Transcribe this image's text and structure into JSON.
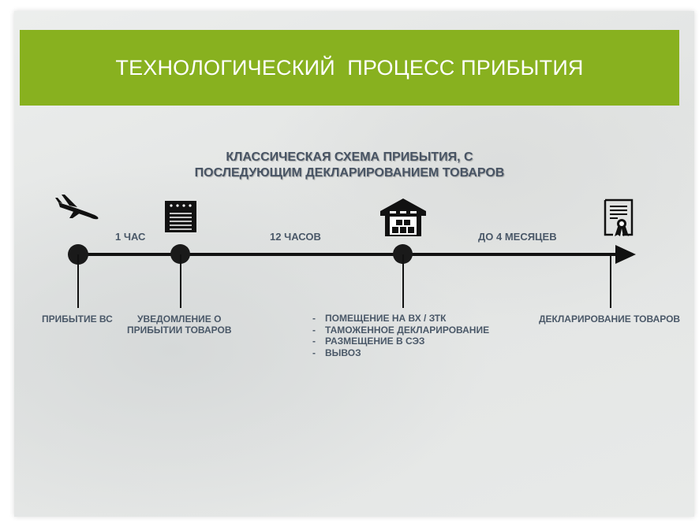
{
  "title": "ТЕХНОЛОГИЧЕСКИЙ  ПРОЦЕСС ПРИБЫТИЯ",
  "subtitle": [
    "КЛАССИЧЕСКАЯ СХЕМА ПРИБЫТИЯ, С",
    "ПОСЛЕДУЮЩИМ ДЕКЛАРИРОВАНИЕМ ТОВАРОВ"
  ],
  "durations": [
    "1 ЧАС",
    "12 ЧАСОВ",
    "ДО 4 МЕСЯЦЕВ"
  ],
  "milestones": {
    "arrival": "ПРИБЫТИЕ ВС",
    "notice": [
      "УВЕДОМЛЕНИЕ О",
      "ПРИБЫТИИ ТОВАРОВ"
    ],
    "storage": [
      "ПОМЕЩЕНИЕ НА ВХ / ЗТК",
      "ТАМОЖЕННОЕ ДЕКЛАРИРОВАНИЕ",
      "РАЗМЕЩЕНИЕ В СЭЗ",
      "ВЫВОЗ"
    ],
    "declaration": "ДЕКЛАРИРОВАНИЕ ТОВАРОВ"
  },
  "dash": "-",
  "colors": {
    "header": "#88b11f",
    "text": "#4a5868"
  }
}
